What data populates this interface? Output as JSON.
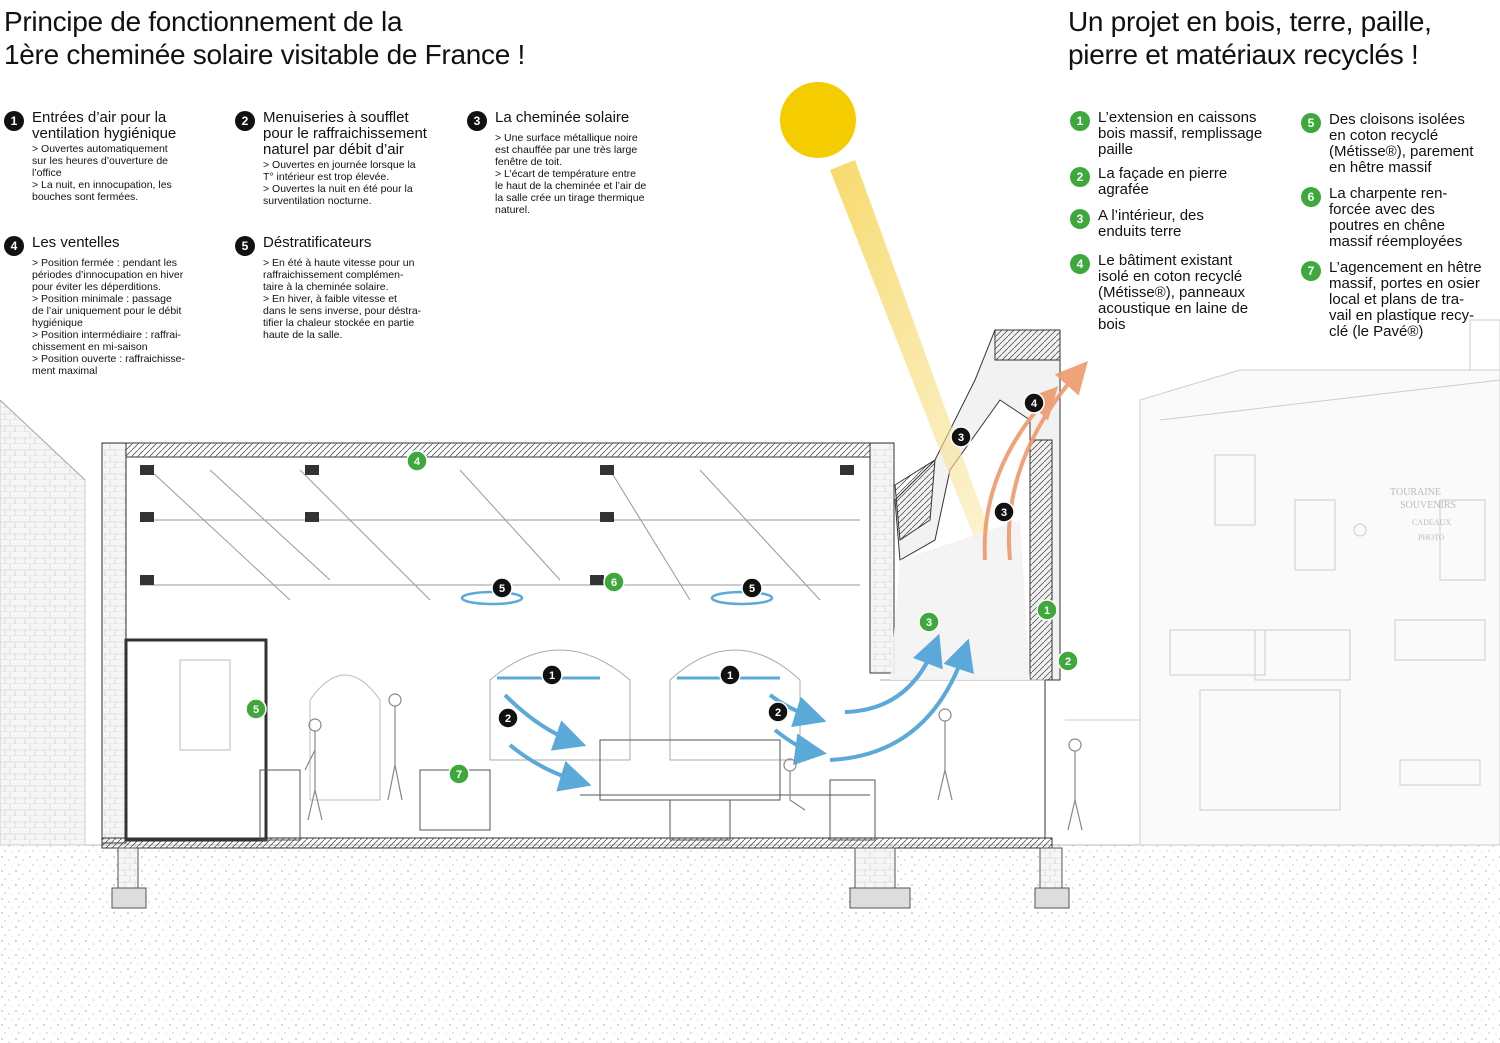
{
  "header": {
    "left_title": [
      "Principe de fonctionnement de la",
      "1ère cheminée solaire visitable de France !"
    ],
    "right_title": [
      "Un projet en bois, terre, paille,",
      "pierre et matériaux recyclés !"
    ]
  },
  "ventilation_legend": [
    {
      "num": "1",
      "title": [
        "Entrées d’air pour la",
        "ventilation hygiénique"
      ],
      "desc": [
        "> Ouvertes automatiquement",
        "sur les heures d’ouverture de",
        "l’office",
        "> La nuit, en innocupation, les",
        "bouches sont fermées."
      ]
    },
    {
      "num": "2",
      "title": [
        "Menuiseries à soufflet",
        "pour le raffraichissement",
        "naturel par débit d’air"
      ],
      "desc": [
        "> Ouvertes en journée lorsque la",
        "T° intérieur est trop élevée.",
        "> Ouvertes la nuit en été pour la",
        "surventilation nocturne."
      ]
    },
    {
      "num": "3",
      "title": [
        "La cheminée solaire"
      ],
      "desc": [
        "> Une surface métallique noire",
        "est chauffée par une très large",
        "fenêtre de toit.",
        "> L’écart de température entre",
        "le haut de la cheminée et l’air de",
        "la salle crée un tirage thermique",
        "naturel."
      ]
    },
    {
      "num": "4",
      "title": [
        "Les ventelles"
      ],
      "desc": [
        "> Position fermée : pendant les",
        "périodes d’innocupation en hiver",
        "pour éviter les déperditions.",
        "> Position minimale : passage",
        "de l’air uniquement pour le débit",
        "hygiénique",
        "> Position intermédiaire : raffrai-",
        "chissement en mi-saison",
        "> Position ouverte : raffraichisse-",
        "ment maximal"
      ]
    },
    {
      "num": "5",
      "title": [
        "Déstratificateurs"
      ],
      "desc": [
        "> En été à haute vitesse pour un",
        "raffraichissement complémen-",
        "taire à la cheminée solaire.",
        "> En hiver, à faible vitesse et",
        "dans le sens inverse, pour déstra-",
        "tifier la chaleur stockée en partie",
        "haute de la salle."
      ]
    }
  ],
  "materials_legend": [
    {
      "num": "1",
      "text": [
        "L’extension en caissons",
        "bois massif, remplissage",
        "paille"
      ]
    },
    {
      "num": "2",
      "text": [
        "La façade en pierre",
        "agrafée"
      ]
    },
    {
      "num": "3",
      "text": [
        "A l’intérieur, des",
        "enduits terre"
      ]
    },
    {
      "num": "4",
      "text": [
        "Le bâtiment existant",
        "isolé en coton recyclé",
        "(Métisse®), panneaux",
        "acoustique en laine de",
        "bois"
      ]
    },
    {
      "num": "5",
      "text": [
        "Des cloisons isolées",
        "en coton recyclé",
        "(Métisse®), parement",
        "en hêtre massif"
      ]
    },
    {
      "num": "6",
      "text": [
        "La charpente ren-",
        "forcée avec des",
        "poutres en chêne",
        "massif réemployées"
      ]
    },
    {
      "num": "7",
      "text": [
        "L’agencement en hêtre",
        "massif, portes en osier",
        "local et plans de tra-",
        "vail en plastique recy-",
        "clé (le Pavé®)"
      ]
    }
  ],
  "drawing": {
    "storefront_sign": [
      "TOURAINE",
      "SOUVENIRS",
      "CADEAUX",
      "PHOTO"
    ],
    "markers_black": [
      "1",
      "1",
      "2",
      "2",
      "3",
      "3",
      "4",
      "5",
      "5"
    ],
    "markers_green": [
      "1",
      "2",
      "3",
      "4",
      "5",
      "6",
      "7"
    ]
  },
  "colors": {
    "sun": "#f5cc00",
    "sun_ray": "#f7dc6f",
    "airflow_blue": "#5aa9d8",
    "warm_flow": "#ef9a6b",
    "marker_green": "#3ea83c",
    "marker_black": "#111111"
  }
}
